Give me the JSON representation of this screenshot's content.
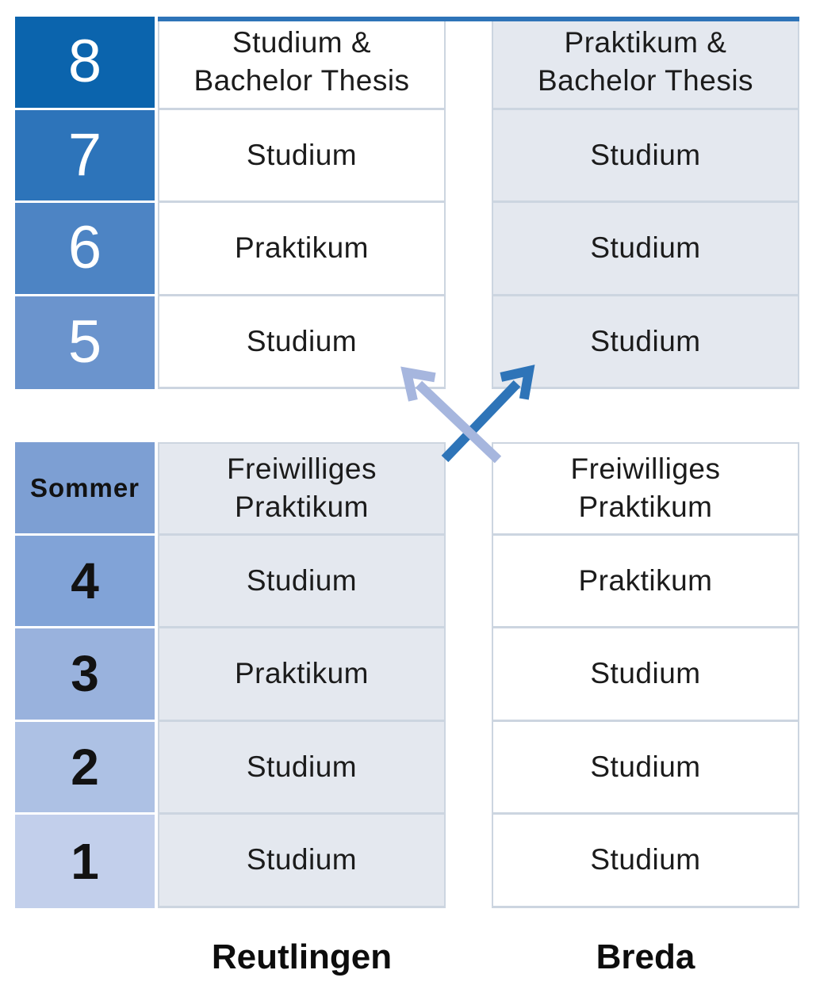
{
  "diagram": {
    "upper_table": {
      "rows": [
        {
          "semester": "8",
          "reutlingen": "Studium &\nBachelor Thesis",
          "breda": "Praktikum &\nBachelor Thesis"
        },
        {
          "semester": "7",
          "reutlingen": "Studium",
          "breda": "Studium"
        },
        {
          "semester": "6",
          "reutlingen": "Praktikum",
          "breda": "Studium"
        },
        {
          "semester": "5",
          "reutlingen": "Studium",
          "breda": "Studium"
        }
      ]
    },
    "lower_table": {
      "rows": [
        {
          "semester": "Sommer",
          "reutlingen": "Freiwilliges\nPraktikum",
          "breda": "Freiwilliges\nPraktikum"
        },
        {
          "semester": "4",
          "reutlingen": "Studium",
          "breda": "Praktikum"
        },
        {
          "semester": "3",
          "reutlingen": "Praktikum",
          "breda": "Studium"
        },
        {
          "semester": "2",
          "reutlingen": "Studium",
          "breda": "Studium"
        },
        {
          "semester": "1",
          "reutlingen": "Studium",
          "breda": "Studium"
        }
      ]
    },
    "footer": {
      "left_label": "Reutlingen",
      "right_label": "Breda"
    },
    "icons": {
      "dark_arrow": "arrow-up-right-icon",
      "light_arrow": "arrow-up-left-icon"
    },
    "colors": {
      "accent_bar": "#2e74b8",
      "semester_gradient": [
        "#0b64ad",
        "#2d74ba",
        "#4d84c4",
        "#6b94cd",
        "#7d9fd3",
        "#81a3d7",
        "#99b2dd",
        "#adc1e4",
        "#c2cfeb"
      ],
      "cell_gray": "#e4e8ef",
      "cell_white": "#ffffff",
      "grid_line": "#ccd5e0",
      "arrow_dark": "#2e74b8",
      "arrow_light": "#a6b6de",
      "text_dark": "#1b1b1b",
      "semester_text_upper": "#ffffff",
      "semester_text_lower": "#121212"
    }
  }
}
